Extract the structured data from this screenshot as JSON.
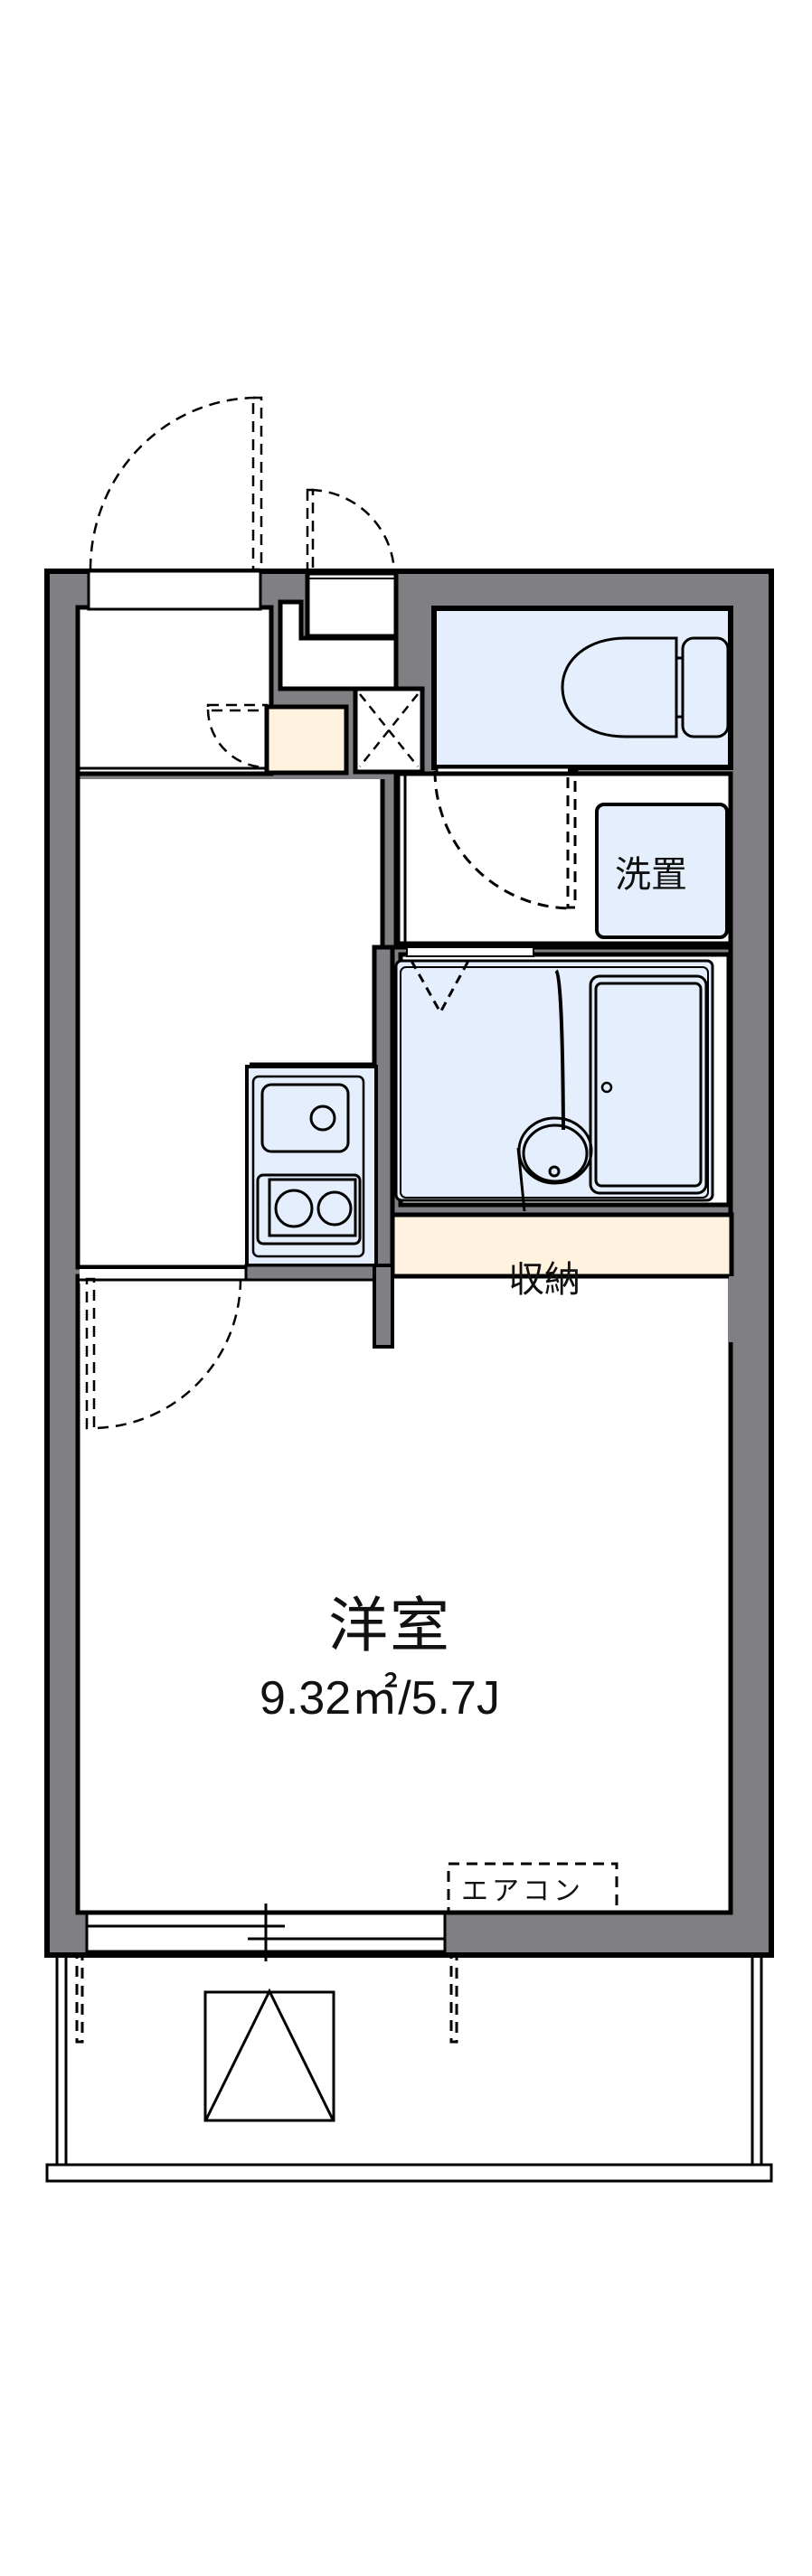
{
  "floorplan": {
    "colors": {
      "wall": "#807F84",
      "line": "#000000",
      "wet_area": "#E4EEFC",
      "storage": "#FFF3E0",
      "floor": "#FFFFFF"
    },
    "rooms": {
      "main_room": {
        "name": "洋室",
        "area": "9.32㎡/5.7J"
      },
      "laundry": {
        "name": "洗置"
      },
      "storage": {
        "name": "収納"
      },
      "aircon": {
        "name": "エアコン"
      }
    },
    "fixtures": [
      "toilet",
      "unit-bath",
      "washbasin",
      "kitchen-sink",
      "two-burner-stove",
      "shoe-cabinet",
      "meter-box",
      "escape-hatch",
      "balcony"
    ]
  }
}
